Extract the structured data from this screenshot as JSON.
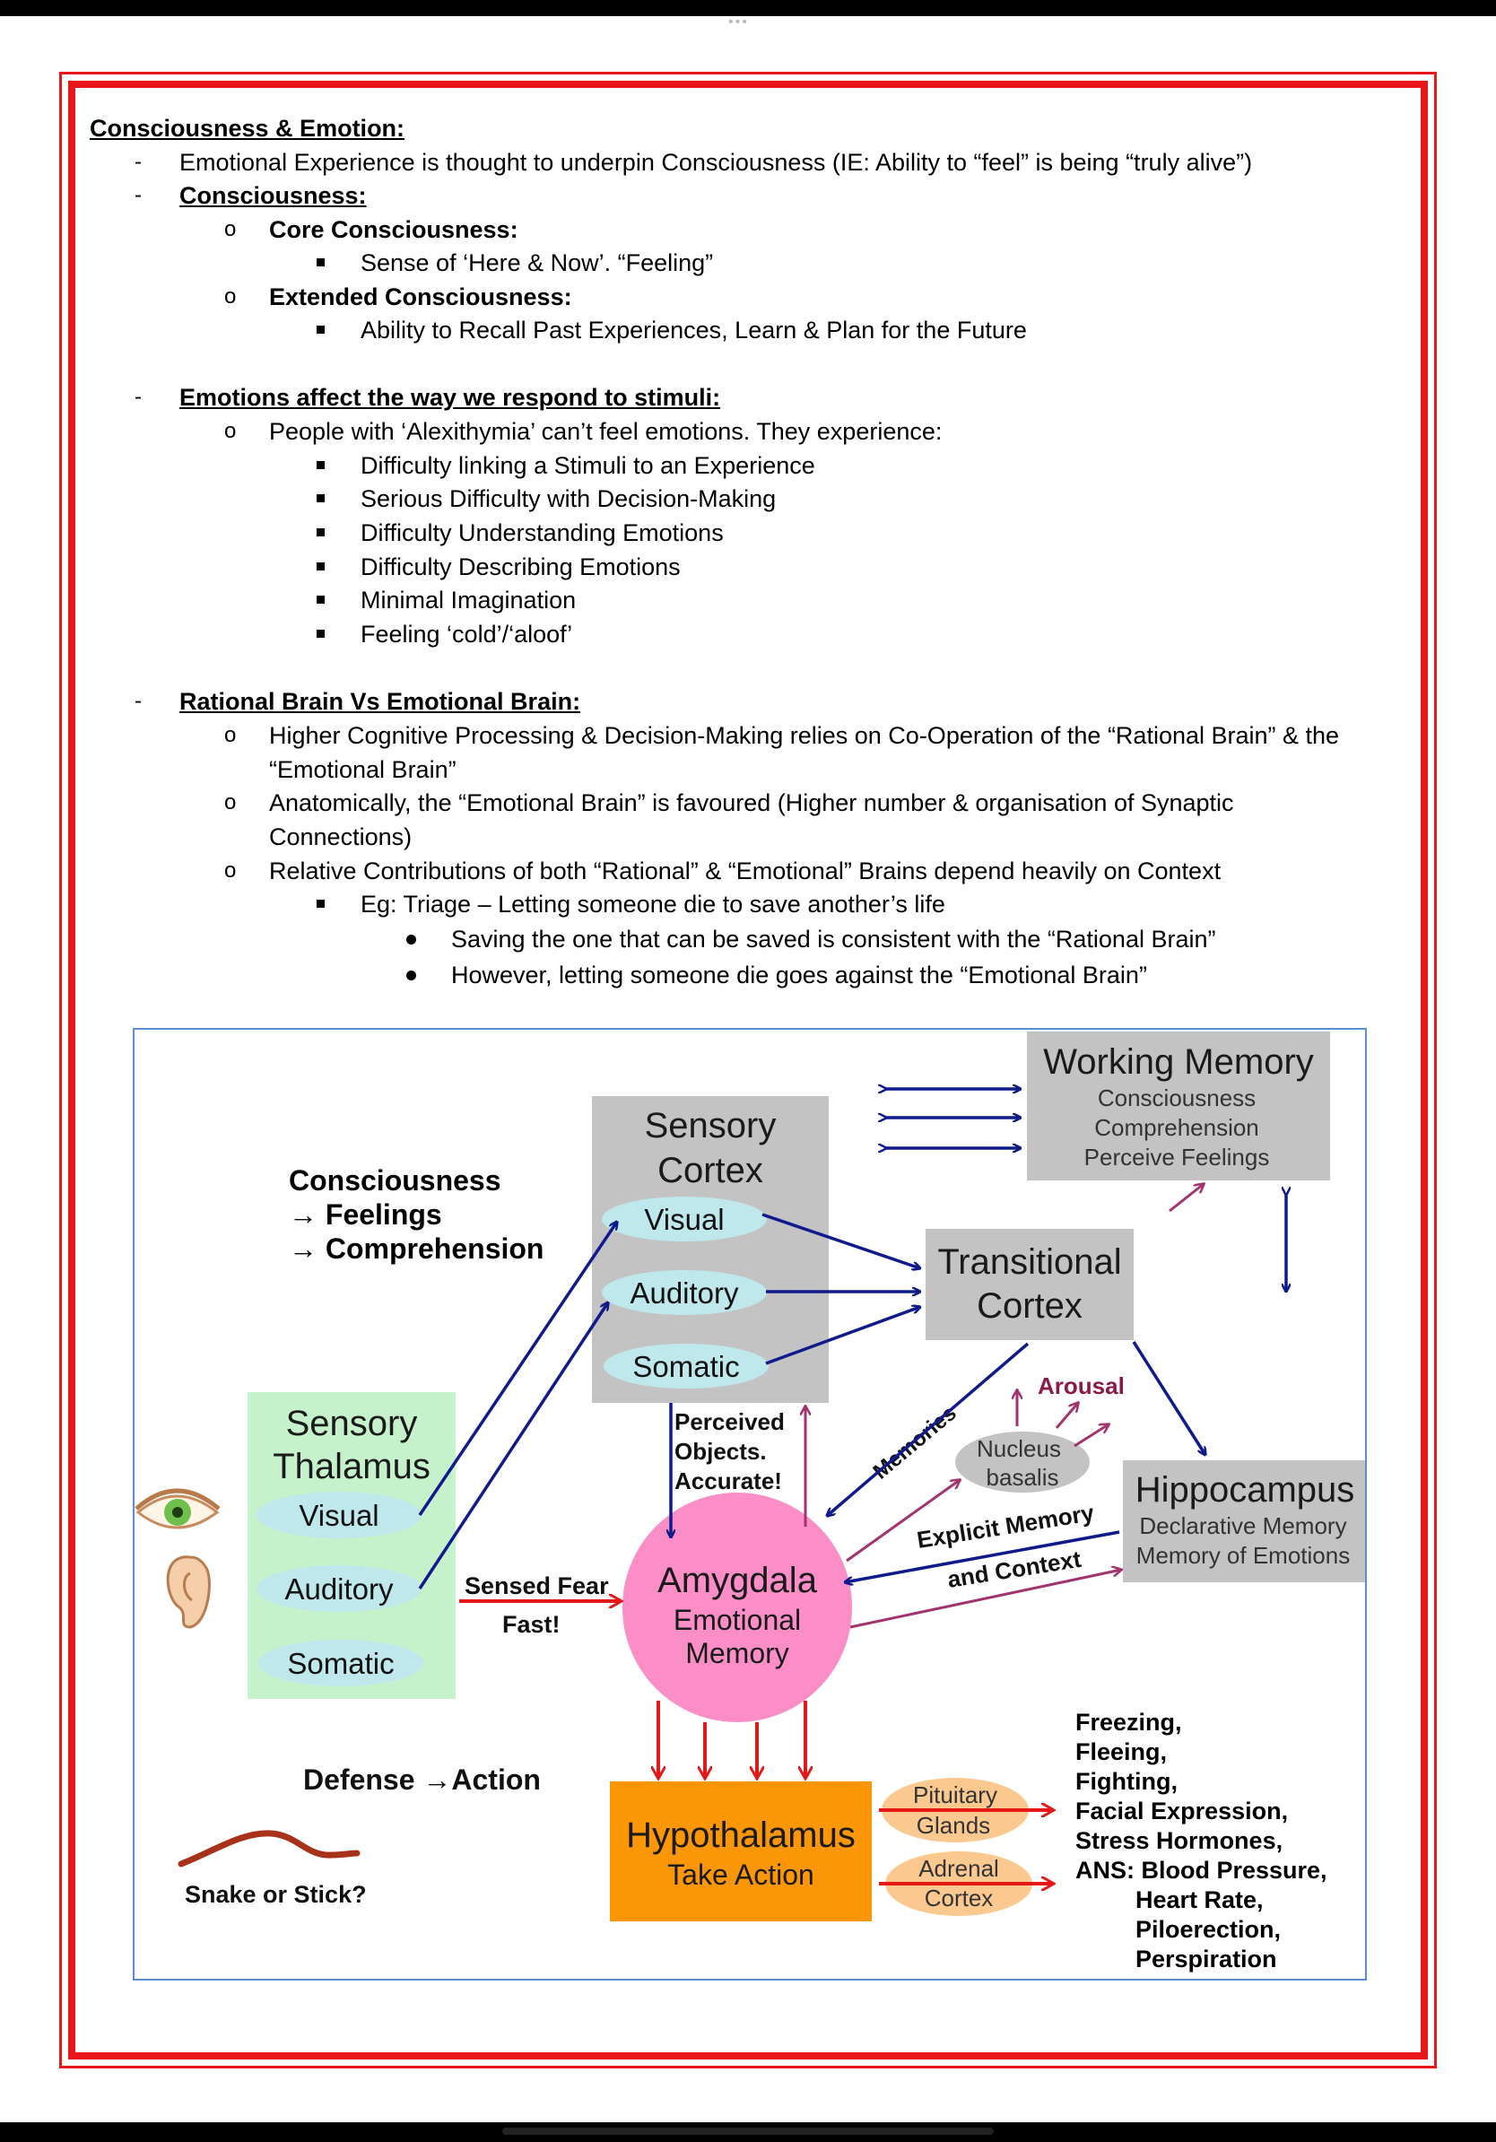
{
  "notes": {
    "title": "Consciousness & Emotion:",
    "intro": "Emotional Experience is thought to underpin Consciousness (IE: Ability to “feel” is being “truly alive”)",
    "consciousness_heading": "Consciousness:",
    "core_label": "Core Consciousness:",
    "core_detail": "Sense of ‘Here & Now’. “Feeling”",
    "extended_label": "Extended Consciousness:",
    "extended_detail": "Ability to Recall Past Experiences, Learn & Plan for the Future",
    "emotions_heading": "Emotions affect the way we respond to stimuli:",
    "alexithymia": "People with ‘Alexithymia’ can’t feel emotions. They experience:",
    "alexithymia_items": [
      "Difficulty linking a Stimuli to an Experience",
      "Serious Difficulty with Decision-Making",
      "Difficulty Understanding Emotions",
      "Difficulty Describing Emotions",
      "Minimal Imagination",
      "Feeling ‘cold’/‘aloof’"
    ],
    "rational_heading": "Rational Brain Vs Emotional Brain:",
    "rational_1a": "Higher Cognitive Processing & Decision-Making relies on Co-Operation of the “Rational Brain” & the",
    "rational_1b": "“Emotional Brain”",
    "rational_2a": "Anatomically, the “Emotional Brain” is favoured (Higher number & organisation of Synaptic",
    "rational_2b": "Connections)",
    "rational_3": "Relative Contributions of both “Rational” & “Emotional” Brains depend heavily on Context",
    "triage": "Eg: Triage – Letting someone die to save another’s life",
    "triage_1": "Saving the one that can be saved is consistent with the “Rational Brain”",
    "triage_2": "However, letting someone die goes against the “Emotional Brain”"
  },
  "diagram": {
    "working_memory": {
      "title": "Working Memory",
      "lines": [
        "Consciousness",
        "Comprehension",
        "Perceive Feelings"
      ]
    },
    "sensory_cortex": {
      "title1": "Sensory",
      "title2": "Cortex",
      "items": [
        "Visual",
        "Auditory",
        "Somatic"
      ]
    },
    "consciousness_label": [
      "Consciousness",
      "→ Feelings",
      "→ Comprehension"
    ],
    "transitional_cortex": [
      "Transitional",
      "Cortex"
    ],
    "sensory_thalamus": {
      "title1": "Sensory",
      "title2": "Thalamus",
      "items": [
        "Visual",
        "Auditory",
        "Somatic"
      ]
    },
    "perceived_objects": [
      "Perceived",
      "Objects.",
      "Accurate!"
    ],
    "memories": "Memories",
    "arousal": "Arousal",
    "nucleus_basalis": [
      "Nucleus",
      "basalis"
    ],
    "hippocampus": {
      "title": "Hippocampus",
      "lines": [
        "Declarative Memory",
        "Memory of Emotions"
      ]
    },
    "explicit_memory": [
      "Explicit Memory",
      "and Context"
    ],
    "sensed_fear": [
      "Sensed Fear",
      "Fast!"
    ],
    "amygdala": [
      "Amygdala",
      "Emotional",
      "Memory"
    ],
    "defense_action": "Defense →Action",
    "snake": "Snake or Stick?",
    "hypothalamus": [
      "Hypothalamus",
      "Take Action"
    ],
    "pituitary": [
      "Pituitary",
      "Glands"
    ],
    "adrenal": [
      "Adrenal",
      "Cortex"
    ],
    "responses": [
      "Freezing,",
      "Fleeing,",
      "Fighting,",
      "Facial Expression,",
      "Stress Hormones,",
      "ANS: Blood Pressure,",
      "Heart Rate,",
      "Piloerection,",
      "Perspiration"
    ],
    "colors": {
      "navy": "#0f1a8c",
      "red": "#e51818",
      "magenta": "#a3336f",
      "pink": "#fb8ec6",
      "gray": "#c3c3c3",
      "teal": "#bfe8ec",
      "green": "#c6f2cb",
      "orange": "#fb9606",
      "peach": "#fbc990"
    }
  }
}
